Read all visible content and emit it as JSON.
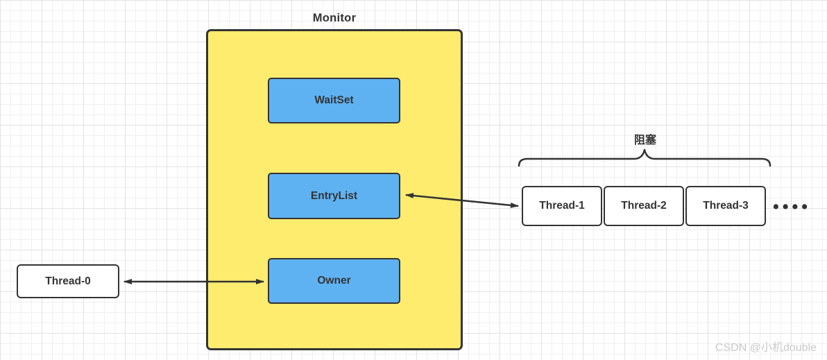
{
  "page": {
    "watermark": "CSDN @小机double"
  },
  "monitor": {
    "title": "Monitor",
    "wait_set": "WaitSet",
    "entry_list": "EntryList",
    "owner": "Owner"
  },
  "left_thread": {
    "label": "Thread-0"
  },
  "blocked_group": {
    "brace_label": "阻塞",
    "threads": [
      "Thread-1",
      "Thread-2",
      "Thread-3"
    ],
    "ellipsis": "••••"
  },
  "colors": {
    "monitor_fill": "#FEEC6E",
    "inner_box_fill": "#5FB2F2",
    "stroke": "#333333",
    "text": "#333333",
    "thread_box_fill": "#FFFFFF",
    "grid_minor": "#F0F0F0",
    "grid_major": "#E2E2E2",
    "watermark": "#C9C9C9"
  }
}
